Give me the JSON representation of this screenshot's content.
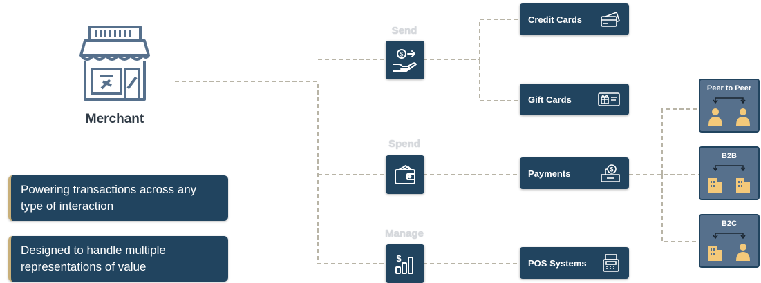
{
  "merchant": {
    "label": "Merchant",
    "icon": "storefront-icon"
  },
  "notes": [
    "Powering transactions across any type of interaction",
    "Designed to handle multiple representations of value"
  ],
  "categories": [
    {
      "label": "Send",
      "icon": "hand-coin-icon"
    },
    {
      "label": "Spend",
      "icon": "wallet-icon"
    },
    {
      "label": "Manage",
      "icon": "money-chart-icon"
    }
  ],
  "services": [
    {
      "label": "Credit Cards",
      "icon": "credit-card-icon"
    },
    {
      "label": "Gift Cards",
      "icon": "gift-card-icon"
    },
    {
      "label": "Payments",
      "icon": "payment-terminal-icon"
    },
    {
      "label": "POS Systems",
      "icon": "cash-register-icon"
    }
  ],
  "payment_types": [
    {
      "label": "Peer to Peer",
      "icon": "people-exchange-icon"
    },
    {
      "label": "B2B",
      "icon": "building-exchange-icon"
    },
    {
      "label": "B2C",
      "icon": "building-person-exchange-icon"
    }
  ],
  "colors": {
    "box": "#21445f",
    "accent": "#c9b07a",
    "connector": "#b8b4a6",
    "light_box": "#56708c"
  }
}
